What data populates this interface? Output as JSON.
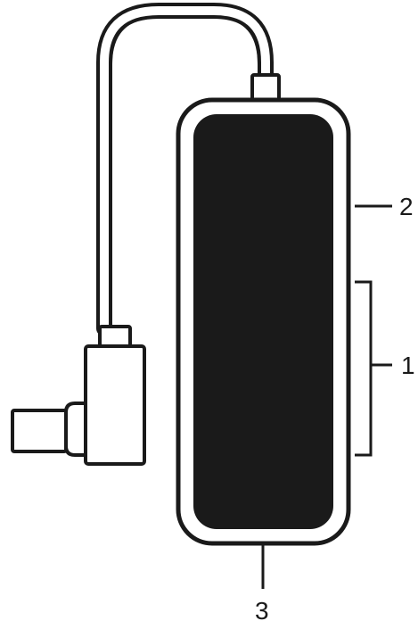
{
  "diagram": {
    "colors": {
      "stroke": "#1a1a1a",
      "fill_dark": "#1a1a1a",
      "background": "#ffffff"
    },
    "callouts": {
      "label_1": "1",
      "label_2": "2",
      "label_3": "3"
    }
  }
}
